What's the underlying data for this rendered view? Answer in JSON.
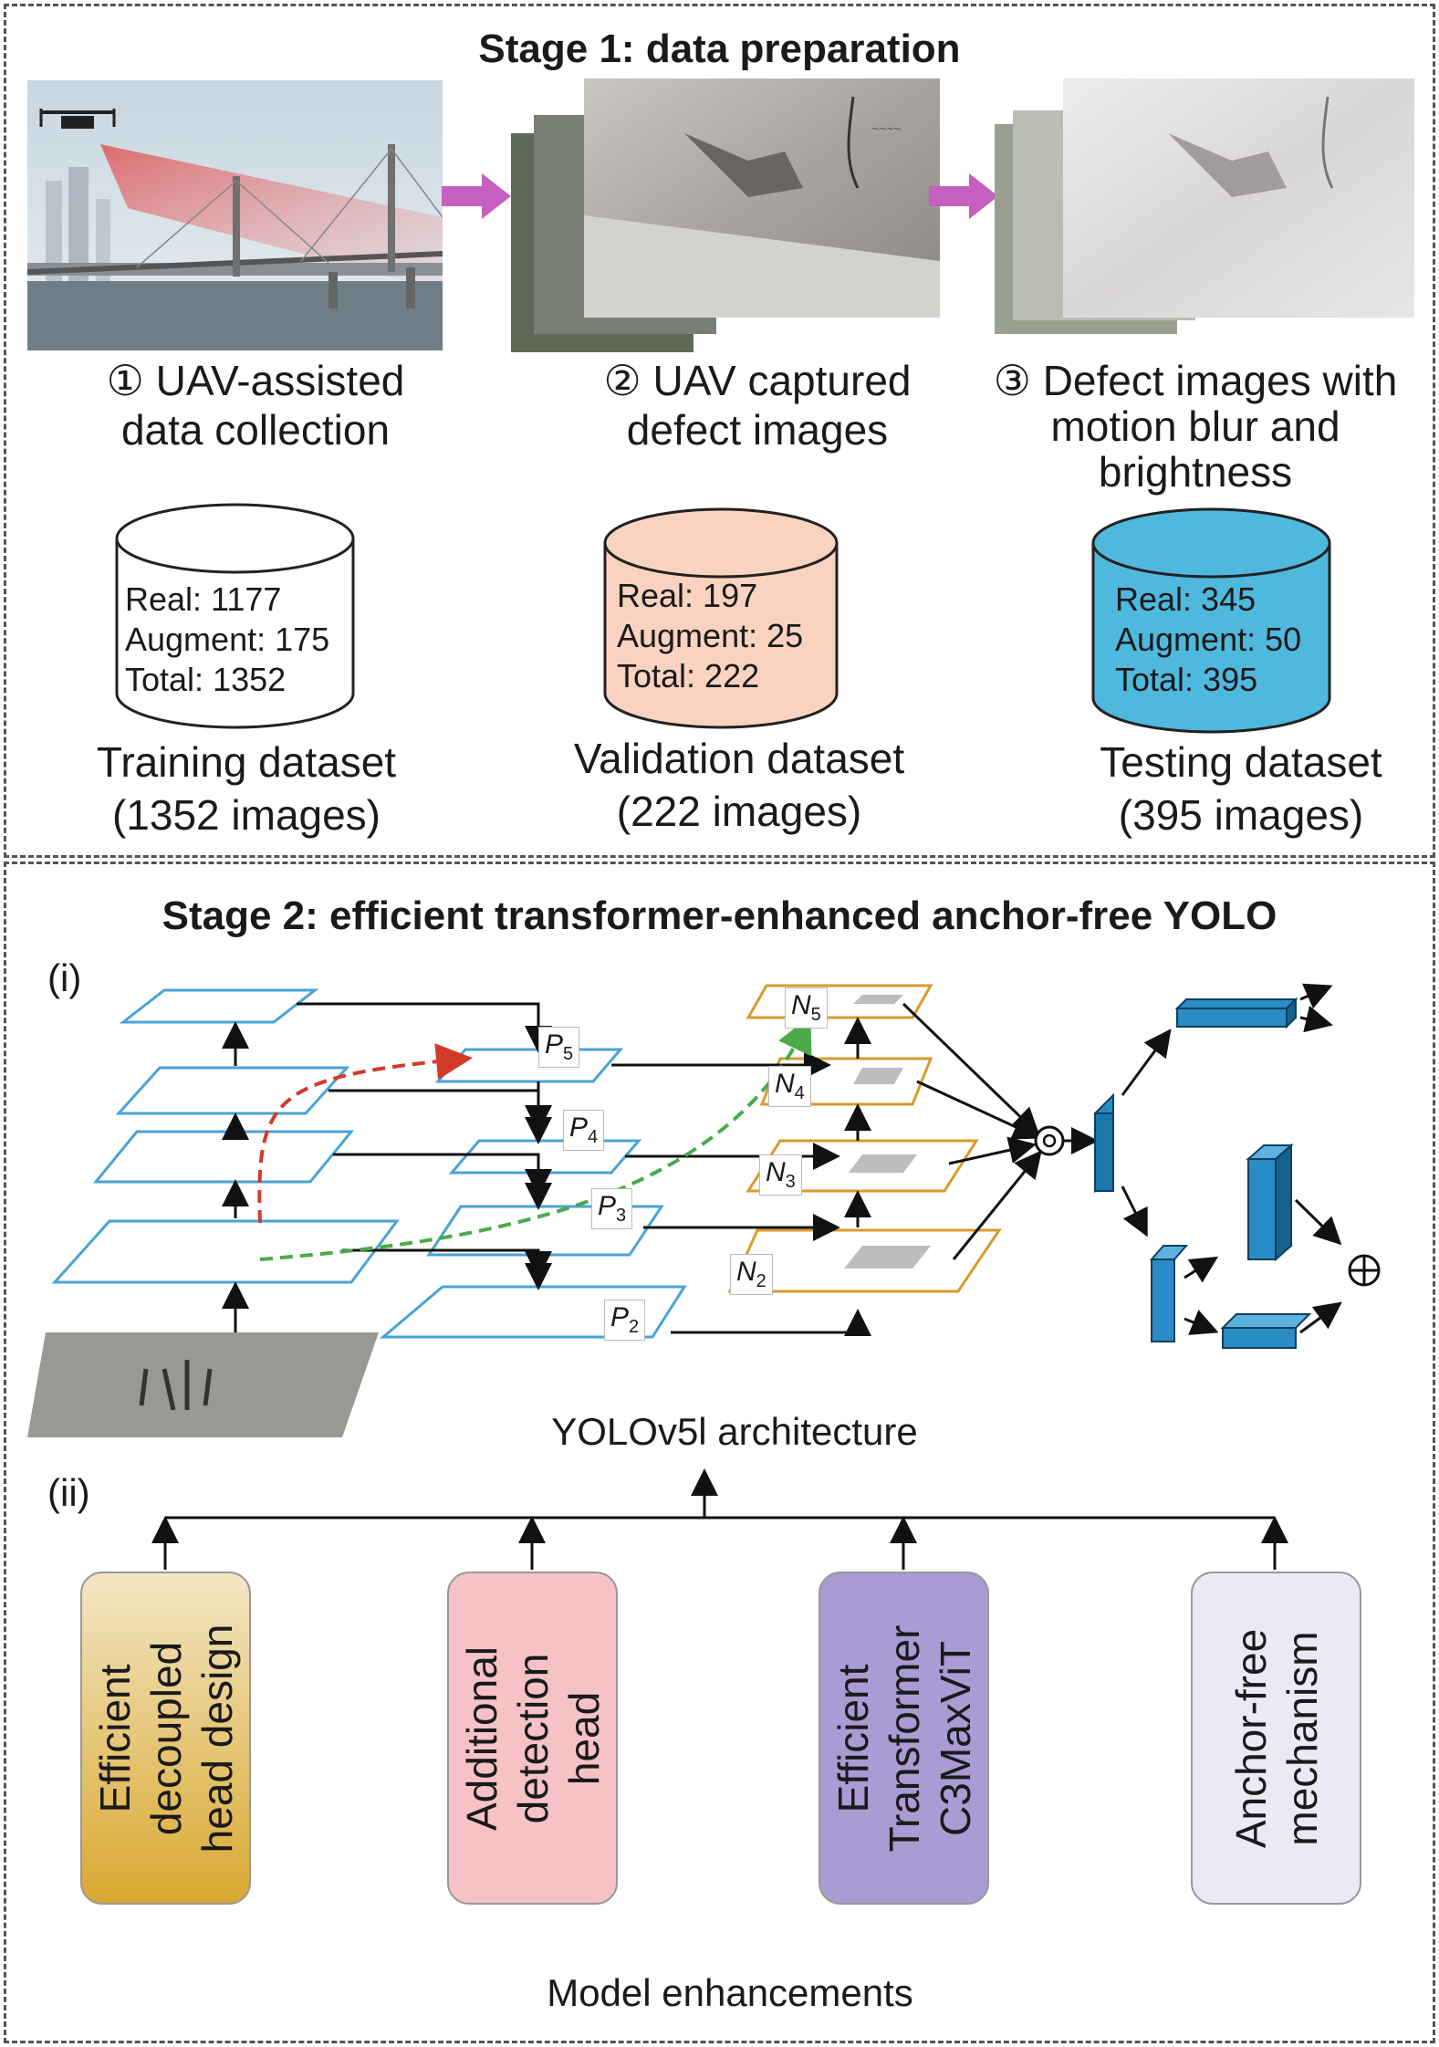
{
  "stage1": {
    "title": "Stage 1: data preparation",
    "steps": [
      {
        "label": "① UAV-assisted data collection"
      },
      {
        "label": "② UAV captured defect images"
      },
      {
        "label": "③ Defect images with motion blur and brightness"
      }
    ],
    "datasets": [
      {
        "real": "Real: 1177",
        "augment": "Augment: 175",
        "total": "Total: 1352",
        "caption_line1": "Training dataset",
        "caption_line2": "(1352 images)",
        "color": "#ffffff"
      },
      {
        "real": "Real: 197",
        "augment": "Augment: 25",
        "total": "Total: 222",
        "caption_line1": "Validation dataset",
        "caption_line2": "(222 images)",
        "color": "#f9d3bf"
      },
      {
        "real": "Real: 345",
        "augment": "Augment: 50",
        "total": "Total: 395",
        "caption_line1": "Testing dataset",
        "caption_line2": "(395 images)",
        "color": "#4fb8dd"
      }
    ]
  },
  "stage2": {
    "title": "Stage 2: efficient transformer-enhanced anchor-free YOLO",
    "part_i": "(i)",
    "part_ii": "(ii)",
    "p_labels": [
      {
        "letter": "P",
        "sub": "5"
      },
      {
        "letter": "P",
        "sub": "4"
      },
      {
        "letter": "P",
        "sub": "3"
      },
      {
        "letter": "P",
        "sub": "2"
      }
    ],
    "n_labels": [
      {
        "letter": "N",
        "sub": "5"
      },
      {
        "letter": "N",
        "sub": "4"
      },
      {
        "letter": "N",
        "sub": "3"
      },
      {
        "letter": "N",
        "sub": "2"
      }
    ],
    "arch_caption": "YOLOv5l architecture",
    "enhancements": [
      {
        "lines": [
          "Efficient",
          "decoupled",
          "head design"
        ],
        "color_top": "#f3e6c4",
        "color_bottom": "#d9a830"
      },
      {
        "lines": [
          "Additional",
          "detection",
          "head"
        ],
        "color_top": "#f6c2c6",
        "color_bottom": "#f6c2c6"
      },
      {
        "lines": [
          "Efficient",
          "Transformer",
          "C3MaxViT"
        ],
        "color_top": "#a99bd3",
        "color_bottom": "#a99bd3"
      },
      {
        "lines": [
          "Anchor-free",
          "mechanism"
        ],
        "color_top": "#eeeaf7",
        "color_bottom": "#e6e2f3"
      }
    ],
    "enh_caption": "Model enhancements"
  }
}
